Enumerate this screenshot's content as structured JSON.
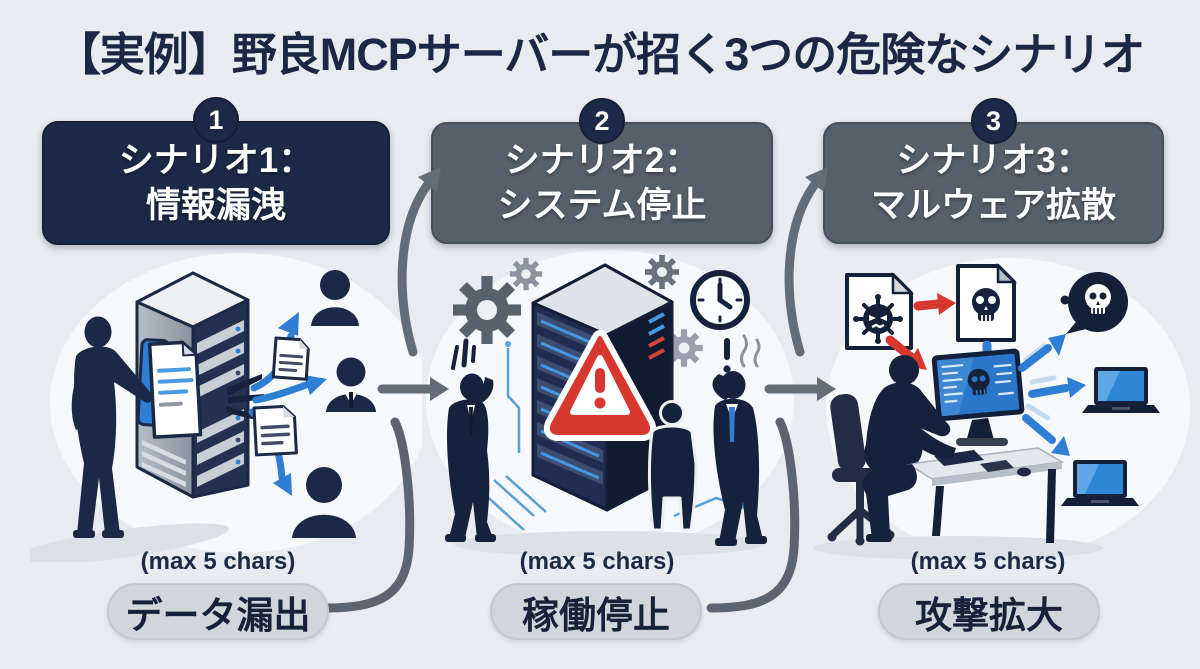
{
  "title": "【実例】野良MCPサーバーが招く3つの危険なシナリオ",
  "colors": {
    "navy": "#1d2a47",
    "slate": "#575f6a",
    "accent_blue": "#2e7fd4",
    "alert_red": "#d6382f",
    "pill_bg": "#d2d5da",
    "background": "#e9ebf0",
    "connector_gray": "#646c78"
  },
  "scenarios": [
    {
      "badge": "1",
      "heading_line1": "シナリオ1：",
      "heading_line2": "情報漏洩",
      "note": "(max 5 chars)",
      "result_label": "データ漏出",
      "icons": [
        "businessman-silhouette-icon",
        "server-rack-icon",
        "folder-icon",
        "document-icon",
        "leak-arrow-icon",
        "person-bust-icon"
      ]
    },
    {
      "badge": "2",
      "heading_line1": "シナリオ2：",
      "heading_line2": "システム停止",
      "note": "(max 5 chars)",
      "result_label": "稼働停止",
      "icons": [
        "gear-icon",
        "clock-icon",
        "server-tower-icon",
        "warning-triangle-icon",
        "confused-person-icon",
        "circuit-trace-icon",
        "exclamation-icon"
      ]
    },
    {
      "badge": "3",
      "heading_line1": "シナリオ3：",
      "heading_line2": "マルウェア拡散",
      "note": "(max 5 chars)",
      "result_label": "攻撃拡大",
      "icons": [
        "virus-file-icon",
        "skull-file-icon",
        "skull-bubble-icon",
        "hacker-at-desk-icon",
        "infected-monitor-icon",
        "laptop-icon",
        "spread-arrow-icon"
      ]
    }
  ]
}
